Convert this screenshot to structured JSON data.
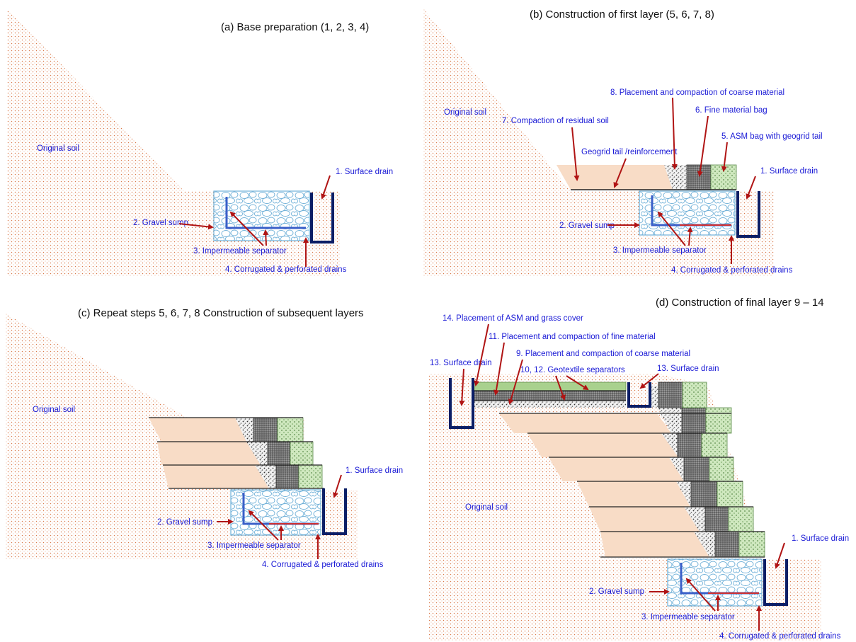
{
  "colors": {
    "label": "#1a1ad6",
    "title": "#111111",
    "arrow": "#b01414",
    "soil_dot": "#d97a4a",
    "fill_layer": "#f8dcc6",
    "fine_bag": "#7a7a7a",
    "asm_bag": "#cfe8bf",
    "drain": "#0b1e66",
    "separator": "#3a5fc8"
  },
  "panel_a": {
    "title": "(a) Base preparation (1, 2, 3, 4)",
    "original_soil": "Original soil",
    "surface_drain": "1. Surface drain",
    "gravel_sump": "2. Gravel sump",
    "separator": "3. Impermeable separator",
    "drains": "4. Corrugated & perforated drains"
  },
  "panel_b": {
    "title": "(b) Construction of first layer (5, 6, 7, 8)",
    "original_soil": "Original soil",
    "coarse": "8. Placement and compaction of coarse material",
    "fine_bag": "6. Fine material bag",
    "residual": "7. Compaction of residual soil",
    "asm_bag": "5. ASM bag with geogrid tail",
    "geogrid": "Geogrid tail /reinforcement",
    "surface_drain": "1. Surface drain",
    "gravel_sump": "2. Gravel sump",
    "separator": "3. Impermeable separator",
    "drains": "4. Corrugated & perforated drains"
  },
  "panel_c": {
    "title": "(c) Repeat steps 5, 6, 7, 8 Construction of subsequent layers",
    "original_soil": "Original soil",
    "surface_drain": "1. Surface drain",
    "gravel_sump": "2. Gravel sump",
    "separator": "3. Impermeable separator",
    "drains": "4. Corrugated & perforated drains"
  },
  "panel_d": {
    "title": "(d) Construction of final layer 9 – 14",
    "asm_grass": "14. Placement of ASM and grass cover",
    "fine_material": "11. Placement and compaction of fine material",
    "coarse_material": "9. Placement and compaction of coarse material",
    "surface_drain_13a": "13. Surface drain",
    "geotextile": "10, 12. Geotextile separators",
    "surface_drain_13b": "13. Surface drain",
    "original_soil": "Original soil",
    "surface_drain": "1. Surface drain",
    "gravel_sump": "2. Gravel sump",
    "separator": "3. Impermeable separator",
    "drains": "4. Corrugated & perforated drains"
  }
}
